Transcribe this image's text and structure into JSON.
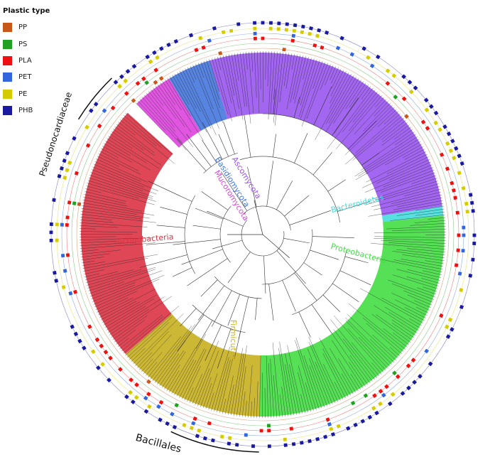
{
  "legend": {
    "title": "Plastic type",
    "items": [
      {
        "label": "PP",
        "color": "#c8581a"
      },
      {
        "label": "PS",
        "color": "#22a022"
      },
      {
        "label": "PLA",
        "color": "#ee1111"
      },
      {
        "label": "PET",
        "color": "#3366dd"
      },
      {
        "label": "PE",
        "color": "#d4cc00"
      },
      {
        "label": "PHB",
        "color": "#1a1aa0"
      }
    ]
  },
  "phyla": [
    {
      "name": "Ascomycota",
      "color": "#9955ee"
    },
    {
      "name": "Basidiomycota",
      "color": "#4477dd"
    },
    {
      "name": "Mucoromycota",
      "color": "#dd44dd"
    },
    {
      "name": "Bacteroidetes",
      "color": "#44dddd"
    },
    {
      "name": "Proteobacteria",
      "color": "#44dd44"
    },
    {
      "name": "Firmicutes",
      "color": "#c8b020"
    },
    {
      "name": "Actinobacteria",
      "color": "#dd3344"
    }
  ],
  "clade_labels": {
    "pseudonocardiaceae": "Pseudonocardiaceae",
    "bacillales": "Bacillales"
  },
  "ring_colors": {
    "highlight_alpha": "0.85"
  }
}
